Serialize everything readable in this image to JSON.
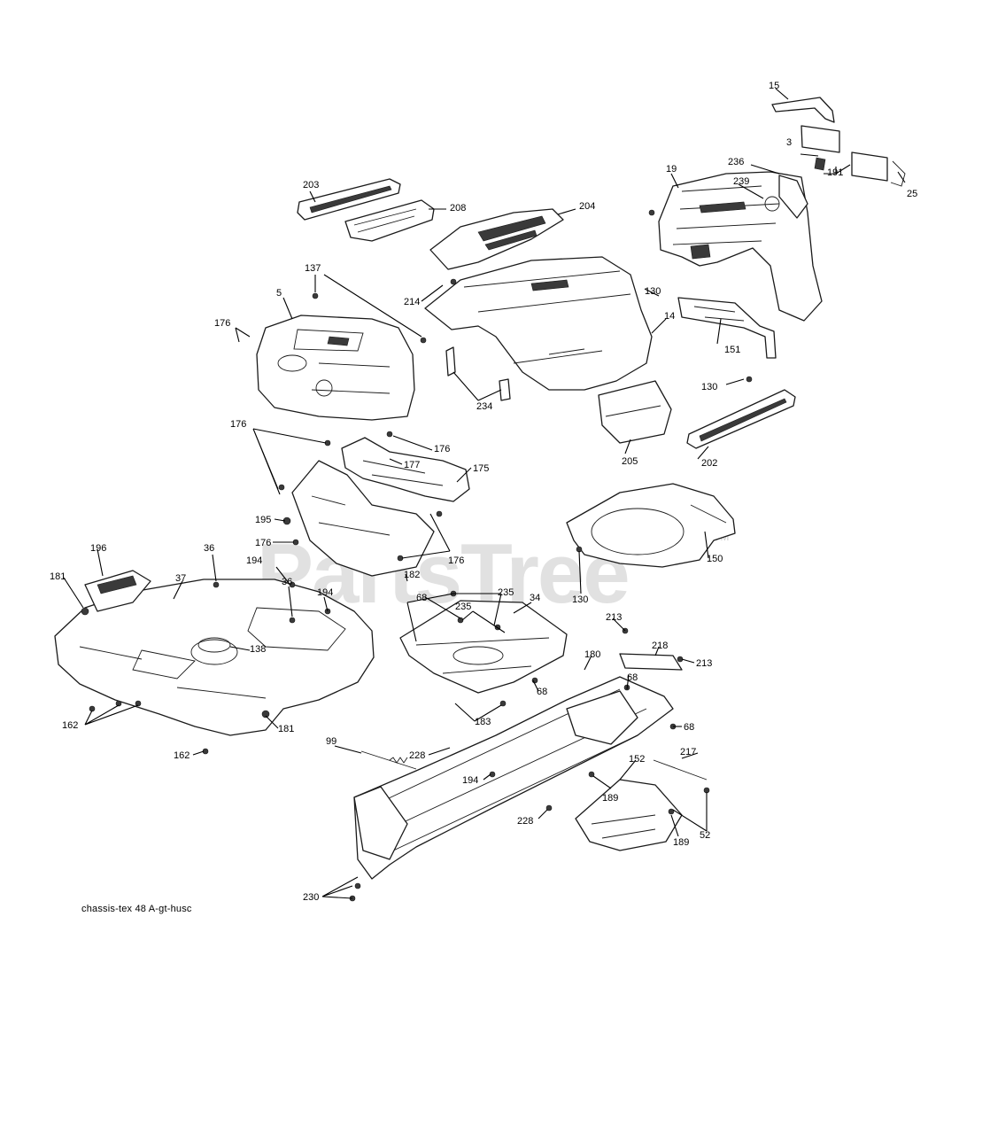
{
  "diagram": {
    "caption": "chassis-tex 48 A-gt-husc",
    "watermark": "PartsTree",
    "watermark_tm": "TM",
    "callouts": {
      "c15": "15",
      "c3": "3",
      "c191": "191",
      "c25": "25",
      "c19": "19",
      "c236": "236",
      "c239": "239",
      "c203": "203",
      "c208": "208",
      "c204": "204",
      "c137": "137",
      "c5": "5",
      "c176a": "176",
      "c214": "214",
      "c130a": "130",
      "c14": "14",
      "c151": "151",
      "c130b": "130",
      "c234": "234",
      "c176b": "176",
      "c176c": "176",
      "c177": "177",
      "c205": "205",
      "c202": "202",
      "c175": "175",
      "c195": "195",
      "c176d": "176",
      "c176e": "176",
      "c150": "150",
      "c130c": "130",
      "c196": "196",
      "c36a": "36",
      "c181a": "181",
      "c37": "37",
      "c194a": "194",
      "c36b": "36",
      "c194b": "194",
      "c182": "182",
      "c68a": "68",
      "c235a": "235",
      "c235b": "235",
      "c34": "34",
      "c213a": "213",
      "c218": "218",
      "c213b": "213",
      "c138": "138",
      "c180": "180",
      "c68b": "68",
      "c68c": "68",
      "c68d": "68",
      "c162a": "162",
      "c183": "183",
      "c181b": "181",
      "c162b": "162",
      "c99": "99",
      "c228a": "228",
      "c152": "152",
      "c217": "217",
      "c194c": "194",
      "c189a": "189",
      "c228b": "228",
      "c52": "52",
      "c189b": "189",
      "c230": "230"
    }
  }
}
